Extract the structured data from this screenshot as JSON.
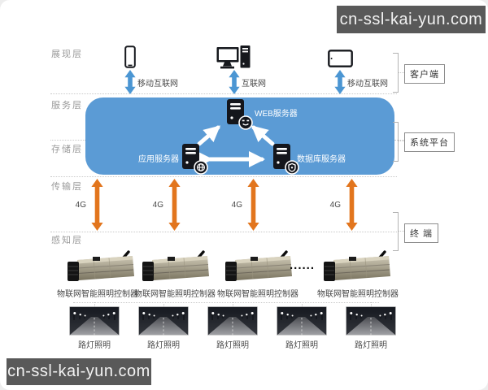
{
  "watermark": {
    "text": "cn-ssl-kai-yun.com",
    "bg_color": "#595959"
  },
  "layers": {
    "presentation": "展现层",
    "service": "服务层",
    "storage": "存储层",
    "transmission": "传输层",
    "perception": "感知层"
  },
  "clients": [
    {
      "device": "smartphone",
      "network": "移动互联网"
    },
    {
      "device": "desktop-computer",
      "network": "互联网"
    },
    {
      "device": "tablet",
      "network": "移动互联网"
    }
  ],
  "platform": {
    "web_server": "WEB服务器",
    "app_server": "应用服务器",
    "db_server": "数据库服务器",
    "bg_color": "#5b9bd5"
  },
  "transmission_links": [
    "4G",
    "4G",
    "4G",
    "4G"
  ],
  "perception": {
    "controller_label": "物联网智能照明控制器",
    "controller_count": 4,
    "ellipsis": "......",
    "lamp_label": "路灯照明",
    "lamp_count": 5
  },
  "annotations": {
    "client": "客户端",
    "platform": "系统平台",
    "terminal": "终 端"
  },
  "colors": {
    "arrow_blue": "#4b96d3",
    "arrow_orange": "#e2751d",
    "platform_blue": "#5b9bd5",
    "server_dark": "#14161c"
  }
}
